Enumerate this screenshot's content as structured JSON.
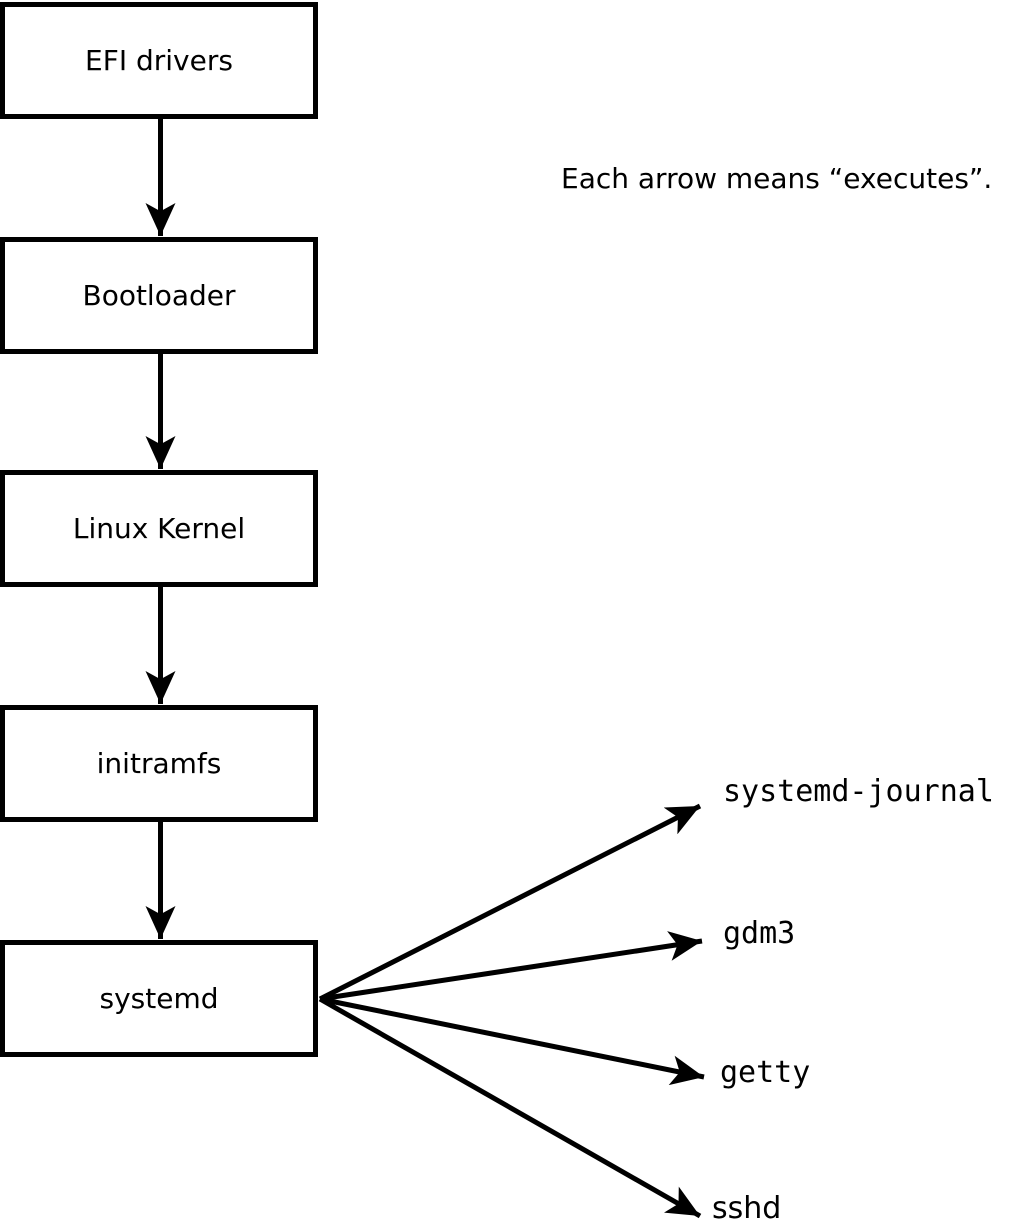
{
  "diagram": {
    "note": "Each arrow means “executes”.",
    "nodes": [
      {
        "label": "EFI drivers"
      },
      {
        "label": "Bootloader"
      },
      {
        "label": "Linux Kernel"
      },
      {
        "label": "initramfs"
      },
      {
        "label": "systemd"
      }
    ],
    "services": [
      {
        "label": "systemd-journal"
      },
      {
        "label": "gdm3"
      },
      {
        "label": "getty"
      },
      {
        "label": "sshd"
      }
    ],
    "edges": [
      "EFI drivers->Bootloader",
      "Bootloader->Linux Kernel",
      "Linux Kernel->initramfs",
      "initramfs->systemd",
      "systemd->systemd-journal",
      "systemd->gdm3",
      "systemd->getty",
      "systemd->sshd"
    ],
    "colors": {
      "ink": "#000000",
      "background": "#ffffff",
      "box_fill": "#ffffff"
    }
  }
}
